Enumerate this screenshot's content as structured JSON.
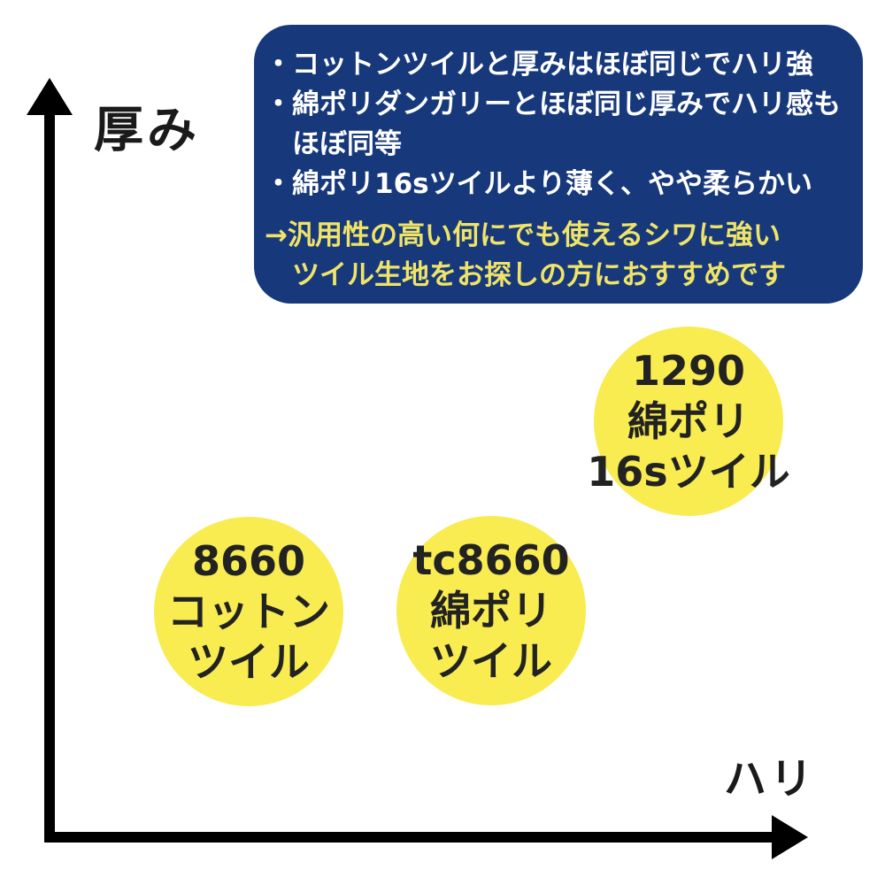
{
  "colors": {
    "background": "#ffffff",
    "info_box_bg": "#17397c",
    "info_box_text": "#ffffff",
    "info_box_highlight_text": "#f0e468",
    "bubble_bg": "#f8ec51",
    "bubble_text": "#222222",
    "axis": "#000000"
  },
  "axes": {
    "y_label": "厚み",
    "x_label": "ハリ"
  },
  "info_box": {
    "bullet_lines": [
      "・コットンツイルと厚みはほぼ同じでハリ強",
      "・綿ポリダンガリーとほぼ同じ厚みでハリ感も",
      "　ほぼ同等",
      "・綿ポリ16sツイルより薄く、やや柔らかい"
    ],
    "highlight_lines": [
      "→汎用性の高い何にでも使えるシワに強い",
      "　ツイル生地をお探しの方におすすめです"
    ]
  },
  "circles": [
    {
      "lines": [
        "1290",
        "綿ポリ",
        "16sツイル"
      ]
    },
    {
      "lines": [
        "8660",
        "コットン",
        "ツイル"
      ]
    },
    {
      "lines": [
        "tc8660",
        "綿ポリ",
        "ツイル"
      ]
    }
  ],
  "chart_data": {
    "type": "scatter",
    "title": "",
    "xlabel": "ハリ",
    "ylabel": "厚み",
    "xlim": [
      0,
      1
    ],
    "ylim": [
      0,
      1
    ],
    "grid": false,
    "points": [
      {
        "label": "8660 コットンツイル",
        "x": 0.27,
        "y": 0.3
      },
      {
        "label": "tc8660 綿ポリツイル",
        "x": 0.59,
        "y": 0.3
      },
      {
        "label": "1290 綿ポリ16sツイル",
        "x": 0.85,
        "y": 0.55
      }
    ],
    "annotations": [
      "・コットンツイルと厚みはほぼ同じでハリ強",
      "・綿ポリダンガリーとほぼ同じ厚みでハリ感もほぼ同等",
      "・綿ポリ16sツイルより薄く、やや柔らかい",
      "→汎用性の高い何にでも使えるシワに強いツイル生地をお探しの方におすすめです"
    ]
  }
}
